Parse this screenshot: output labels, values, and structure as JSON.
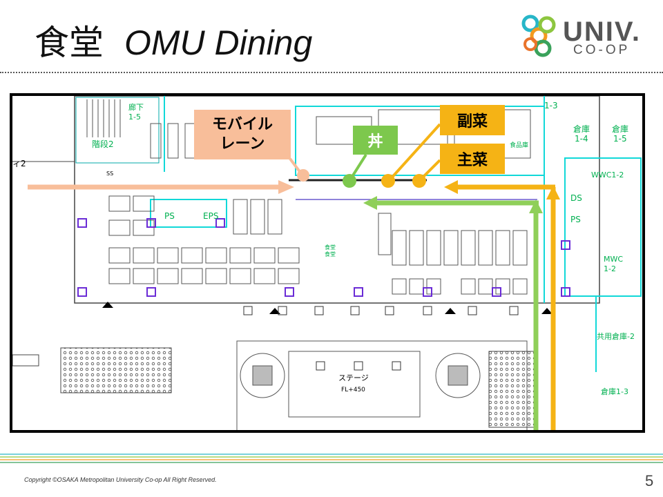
{
  "title": {
    "jp": "食堂",
    "en": "OMU Dining"
  },
  "logo": {
    "univ": "UNIV.",
    "coop": "CO-OP"
  },
  "callouts": {
    "mobile_lane": "モバイル\nレーン",
    "don": "丼",
    "fukusai": "副菜",
    "shusai": "主菜"
  },
  "plan_labels": {
    "stairs": "階段2",
    "corridor": "廊下\n1-5",
    "room_a": "1-3",
    "storage_14": "倉庫\n1-4",
    "storage_15": "倉庫\n1-5",
    "food_storage": "食品庫",
    "wwc": "WWC1-2",
    "mwc": "MWC\n1-2",
    "ps1": "PS",
    "eps": "EPS",
    "ps2": "PS",
    "ds": "DS",
    "shared_storage": "共用倉庫-2",
    "storage_13": "倉庫1-3",
    "stage": "ステージ",
    "stage_fl": "FL+450",
    "ti2": "ィ2",
    "counter": "食堂\n食堂",
    "ss": "SS"
  },
  "colors": {
    "mobile": "#f8be9a",
    "don": "#7dc84d",
    "yellow": "#f5b315",
    "cyan": "#10d8d8"
  },
  "footer": {
    "copyright": "Copyright ©OSAKA Metropolitan University Co-op All Right Reserved.",
    "page": "5"
  }
}
